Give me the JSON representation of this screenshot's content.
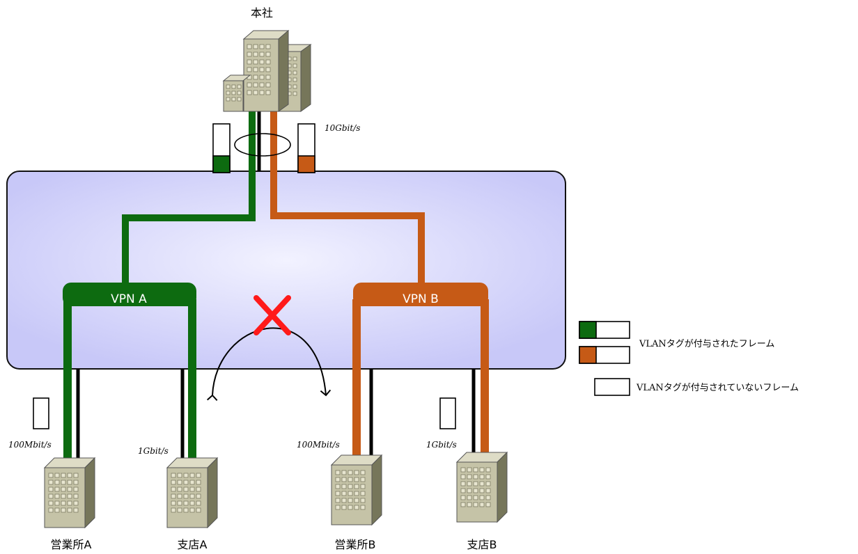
{
  "colors": {
    "vpn_a": "#0d6b10",
    "vpn_b": "#c65a16",
    "network_cloud": "#cfcffb",
    "untagged_line": "#000000",
    "blocked_mark": "#ff1a1a"
  },
  "hq": {
    "label": "本社",
    "rate": "10Gbit/s"
  },
  "vpns": [
    {
      "label": "VPN A"
    },
    {
      "label": "VPN B"
    }
  ],
  "sites": [
    {
      "label": "営業所A",
      "rate": "100Mbit/s",
      "vpn": "A"
    },
    {
      "label": "支店A",
      "rate": "1Gbit/s",
      "vpn": "A"
    },
    {
      "label": "営業所B",
      "rate": "100Mbit/s",
      "vpn": "B"
    },
    {
      "label": "支店B",
      "rate": "1Gbit/s",
      "vpn": "B"
    }
  ],
  "legend": {
    "tagged": "VLANタグが付与されたフレーム",
    "untagged": "VLANタグが付与されていないフレーム"
  },
  "icons": {
    "hq": "office-tower-cluster-icon",
    "site": "office-building-icon",
    "blocked": "red-x-icon",
    "frame": "frame-icon"
  }
}
